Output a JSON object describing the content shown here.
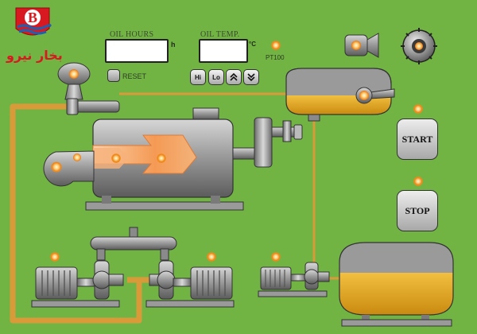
{
  "brand": {
    "logo_letter": "B",
    "name": "بخار نیرو"
  },
  "oil_hours": {
    "label": "OIL HOURS",
    "unit": "h",
    "value": ""
  },
  "oil_temp": {
    "label": "OIL TEMP.",
    "unit": "°C",
    "value": ""
  },
  "sensor_label": "PT100",
  "reset": {
    "label": "RESET"
  },
  "buttons": {
    "hi": "Hi",
    "lo": "Lo",
    "up_icon": "double-chevron-up-icon",
    "down_icon": "double-chevron-down-icon"
  },
  "controls": {
    "start": "START",
    "stop": "STOP"
  },
  "colors": {
    "background": "#72b444",
    "pipe": "#d99a3a",
    "tank_fill": "#e0a421",
    "tank_shell": "#9a9a9a",
    "flame": "#f4a94d",
    "indicator_lamp": "#f08a1a"
  }
}
